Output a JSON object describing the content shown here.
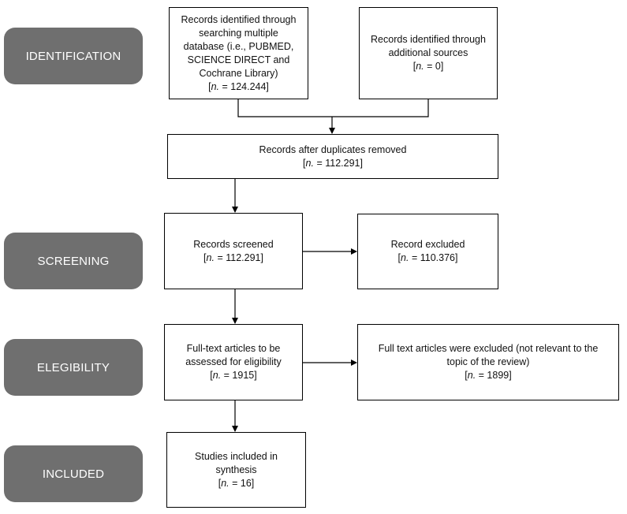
{
  "stages": {
    "identification": "IDENTIFICATION",
    "screening": "SCREENING",
    "eligibility": "ELEGIBILITY",
    "included": "INCLUDED"
  },
  "boxes": {
    "database": {
      "lines": [
        "Records identified through",
        "searching multiple",
        "database (i.e., PUBMED,",
        "SCIENCE DIRECT and",
        "Cochrane Library)"
      ],
      "n_prefix": "[",
      "n_label": "n.",
      "n_value": " = 124.244]"
    },
    "additional": {
      "lines": [
        "Records identified through",
        "additional sources"
      ],
      "n_prefix": "[",
      "n_label": "n.",
      "n_value": " = 0]"
    },
    "duplicates": {
      "lines": [
        "Records after duplicates removed"
      ],
      "n_prefix": "[",
      "n_label": "n.",
      "n_value": " = 112.291]"
    },
    "screened": {
      "lines": [
        "Records screened"
      ],
      "n_prefix": "[",
      "n_label": "n.",
      "n_value": " = 112.291]"
    },
    "excluded": {
      "lines": [
        "Record excluded"
      ],
      "n_prefix": "[",
      "n_label": "n.",
      "n_value": " = 110.376]"
    },
    "fulltext": {
      "lines": [
        "Full-text articles to be",
        "assessed for eligibility"
      ],
      "n_prefix": "[",
      "n_label": "n.",
      "n_value": " = 1915]"
    },
    "fulltext_excluded": {
      "lines": [
        "Full text articles were excluded (not relevant to the",
        "topic of the review)"
      ],
      "n_prefix": "[",
      "n_label": "n.",
      "n_value": " = 1899]"
    },
    "included": {
      "lines": [
        "Studies included in",
        "synthesis"
      ],
      "n_prefix": "[",
      "n_label": "n.",
      "n_value": " = 16]"
    }
  },
  "colors": {
    "stage_fill": "#6f6f6f",
    "stage_text": "#ffffff",
    "line": "#000000"
  }
}
